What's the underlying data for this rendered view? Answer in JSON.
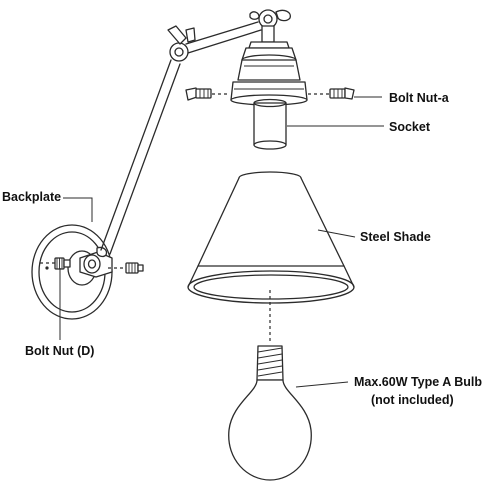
{
  "labels": {
    "bolt_nut_a": "Bolt Nut-a",
    "socket": "Socket",
    "backplate": "Backplate",
    "steel_shade": "Steel Shade",
    "bolt_nut_d": "Bolt Nut (D)",
    "bulb_line1": "Max.60W Type A Bulb",
    "bulb_line2": "(not included)"
  },
  "parts": {
    "backplate": "backplate",
    "swing_arm": "swing-arm",
    "arm_knuckle": "arm-knuckle",
    "socket_cup": "socket-cup",
    "socket": "socket",
    "bolt_nut_a": "bolt-nut-a",
    "bolt_nut_d": "bolt-nut-d",
    "steel_shade": "steel-shade",
    "bulb": "bulb"
  },
  "colors": {
    "line": "#2b2b2b",
    "text": "#111111",
    "background": "#ffffff"
  }
}
